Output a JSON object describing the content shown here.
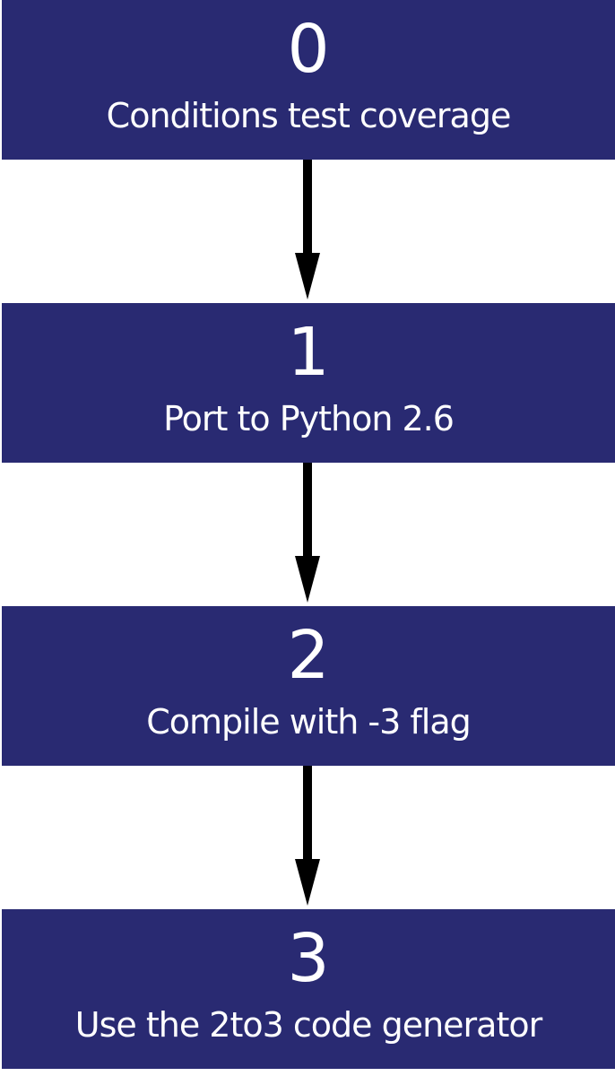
{
  "steps": [
    {
      "number": "0",
      "label": "Conditions test coverage"
    },
    {
      "number": "1",
      "label": "Port to Python 2.6"
    },
    {
      "number": "2",
      "label": "Compile with -3 flag"
    },
    {
      "number": "3",
      "label": "Use the 2to3 code generator"
    }
  ],
  "colors": {
    "box_fill": "#292a72",
    "text": "#ffffff",
    "arrow": "#000000",
    "background": "#ffffff"
  },
  "icons": {
    "connector": "down-arrow-icon"
  }
}
